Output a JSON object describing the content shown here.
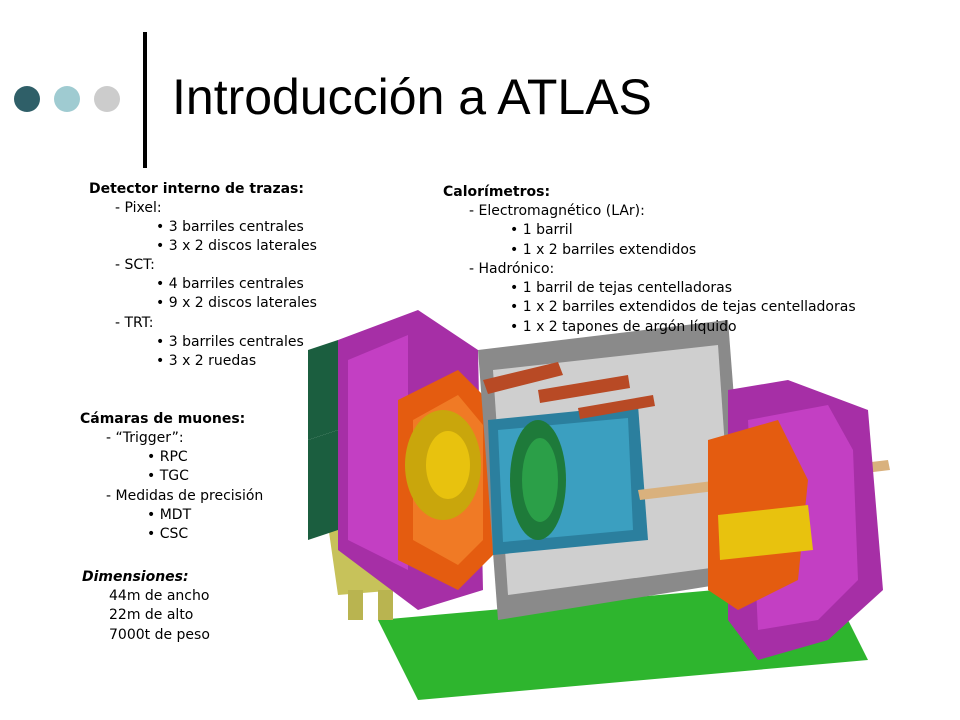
{
  "slide": {
    "title": "Introducción a ATLAS",
    "accent_colors": [
      "#2f5f68",
      "#9fcbd1",
      "#cccccc"
    ]
  },
  "tracker": {
    "heading": "Detector interno de trazas:",
    "pixel": "- Pixel:",
    "pixel_items": [
      "3 barriles centrales",
      "3 x 2 discos laterales"
    ],
    "sct": "- SCT:",
    "sct_items": [
      "4 barriles centrales",
      "9 x 2 discos laterales"
    ],
    "trt": "- TRT:",
    "trt_items": [
      "3 barriles centrales",
      "3 x 2 ruedas"
    ]
  },
  "muons": {
    "heading": "Cámaras de muones:",
    "trigger": "- “Trigger”:",
    "trigger_items": [
      "RPC",
      "TGC"
    ],
    "precision": "- Medidas de precisión",
    "precision_items": [
      "MDT",
      "CSC"
    ]
  },
  "dimensions": {
    "heading": "Dimensiones:",
    "items": [
      "44m de ancho",
      "22m de alto",
      "7000t de peso"
    ]
  },
  "calorimeters": {
    "heading": "Calorímetros:",
    "em": "- Electromagnético (LAr):",
    "em_items": [
      "1 barril",
      "1 x 2 barriles extendidos"
    ],
    "had": "- Hadrónico:",
    "had_items": [
      "1 barril de tejas centelladoras",
      "1 x 2 barriles extendidos de tejas centelladoras",
      "1 x 2 tapones de argón  líquido"
    ]
  },
  "figure": {
    "icon": "atlas-detector-cutaway-icon"
  }
}
